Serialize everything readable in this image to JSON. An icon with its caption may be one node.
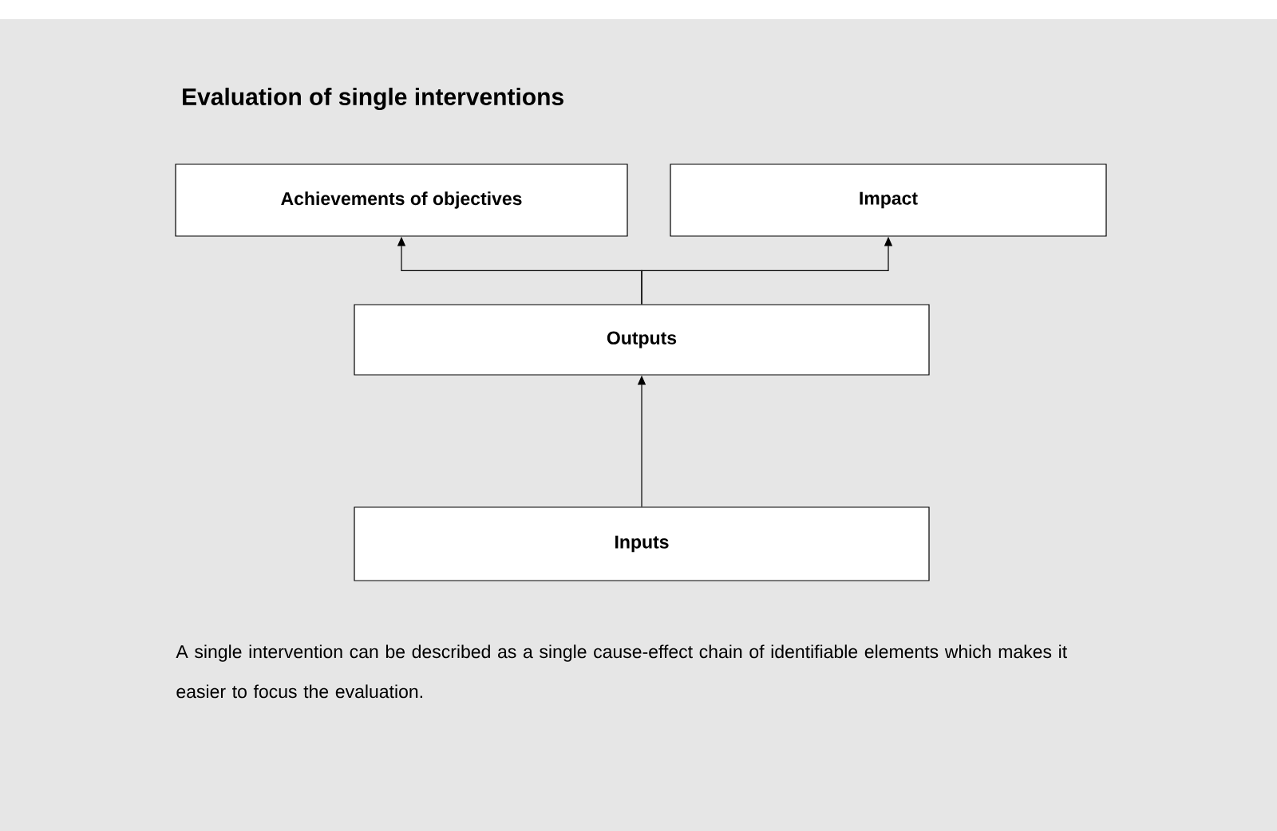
{
  "diagram": {
    "title": "Evaluation of single interventions",
    "caption": "A single intervention can be described as a single cause-effect chain of identifiable elements which makes it easier to focus the evaluation.",
    "nodes": [
      {
        "text": [
          "Achievements of objectives"
        ]
      },
      {
        "text": [
          "Impact"
        ]
      },
      {
        "text": [
          "Outputs"
        ]
      },
      {
        "text": [
          "Inputs"
        ]
      }
    ],
    "edges": [
      {
        "from": 2,
        "to": 0,
        "arrow": "to"
      },
      {
        "from": 2,
        "to": 1,
        "arrow": "to"
      },
      {
        "from": 3,
        "to": 2,
        "arrow": "to"
      }
    ]
  }
}
